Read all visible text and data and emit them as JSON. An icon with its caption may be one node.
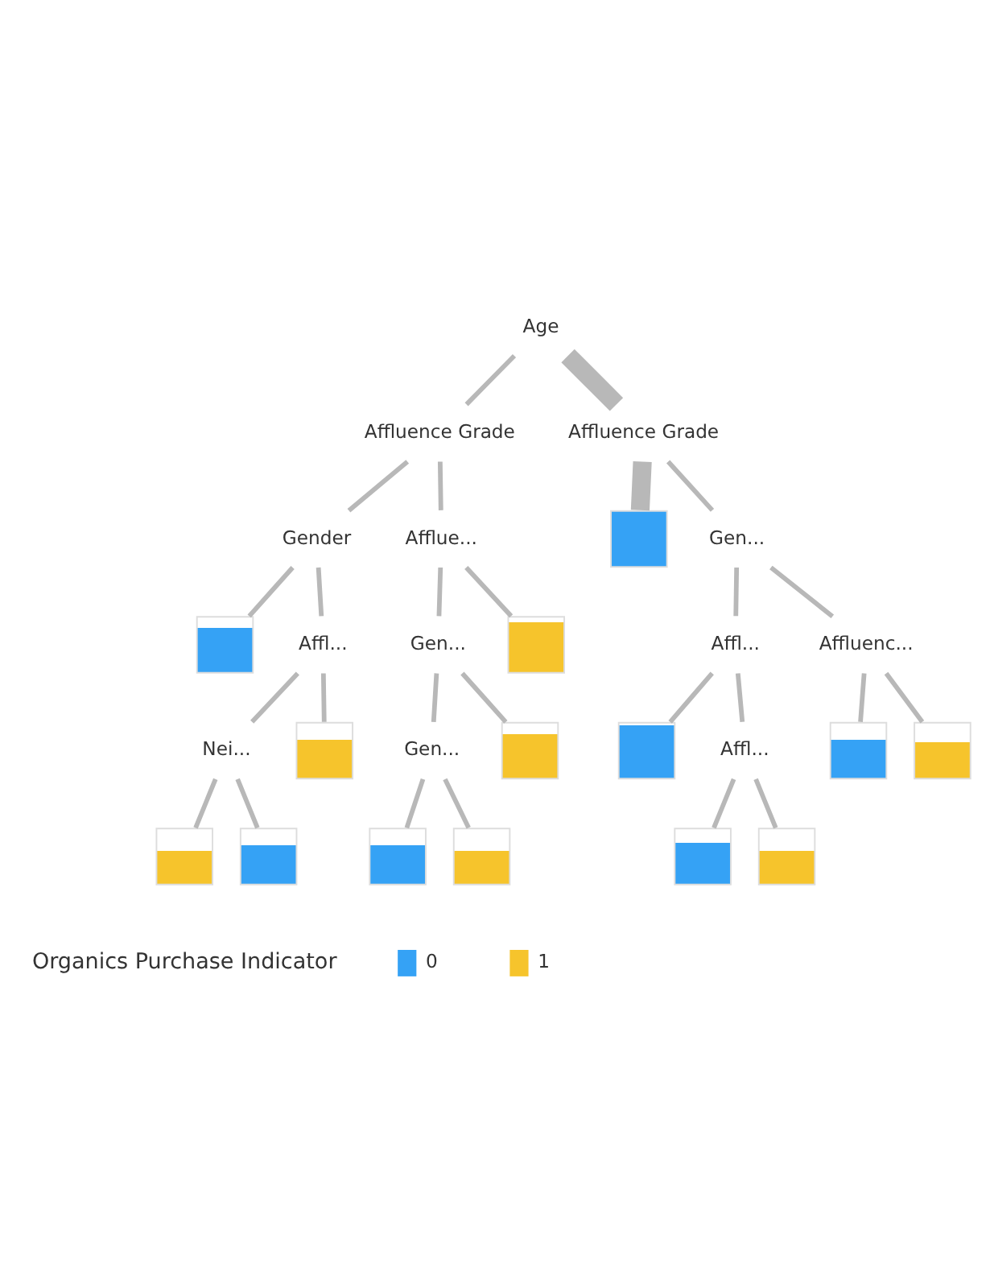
{
  "diagram": {
    "nodes": [
      {
        "text": [
          "Age"
        ]
      },
      {
        "text": [
          "Affluence Grade"
        ]
      },
      {
        "text": [
          "Affluence Grade"
        ]
      },
      {
        "text": [
          "Gender"
        ]
      },
      {
        "text": [
          "Afflue..."
        ]
      },
      {
        "text": [],
        "shape": "box"
      },
      {
        "text": [
          "Gen..."
        ]
      },
      {
        "text": [],
        "shape": "box"
      },
      {
        "text": [
          "Affl..."
        ]
      },
      {
        "text": [
          "Gen..."
        ]
      },
      {
        "text": [],
        "shape": "box"
      },
      {
        "text": [
          "Affl..."
        ]
      },
      {
        "text": [
          "Affluenc..."
        ]
      },
      {
        "text": [
          "Nei..."
        ]
      },
      {
        "text": [],
        "shape": "box"
      },
      {
        "text": [
          "Gen..."
        ]
      },
      {
        "text": [],
        "shape": "box"
      },
      {
        "text": [],
        "shape": "box"
      },
      {
        "text": [
          "Affl..."
        ]
      },
      {
        "text": [],
        "shape": "box"
      },
      {
        "text": [],
        "shape": "box"
      },
      {
        "text": [],
        "shape": "box"
      },
      {
        "text": [],
        "shape": "box"
      },
      {
        "text": [],
        "shape": "box"
      },
      {
        "text": [],
        "shape": "box"
      },
      {
        "text": [],
        "shape": "box"
      },
      {
        "text": [],
        "shape": "box"
      }
    ],
    "edges": [
      {
        "from": 0,
        "to": 1,
        "arrow": "none"
      },
      {
        "from": 0,
        "to": 2,
        "arrow": "none",
        "style": "thick"
      },
      {
        "from": 1,
        "to": 3,
        "arrow": "none"
      },
      {
        "from": 1,
        "to": 4,
        "arrow": "none"
      },
      {
        "from": 2,
        "to": 5,
        "arrow": "none",
        "style": "thick"
      },
      {
        "from": 2,
        "to": 6,
        "arrow": "none"
      },
      {
        "from": 3,
        "to": 7,
        "arrow": "none"
      },
      {
        "from": 3,
        "to": 8,
        "arrow": "none"
      },
      {
        "from": 4,
        "to": 9,
        "arrow": "none"
      },
      {
        "from": 4,
        "to": 10,
        "arrow": "none"
      },
      {
        "from": 6,
        "to": 11,
        "arrow": "none"
      },
      {
        "from": 6,
        "to": 12,
        "arrow": "none"
      },
      {
        "from": 8,
        "to": 13,
        "arrow": "none"
      },
      {
        "from": 8,
        "to": 14,
        "arrow": "none"
      },
      {
        "from": 9,
        "to": 15,
        "arrow": "none"
      },
      {
        "from": 9,
        "to": 16,
        "arrow": "none"
      },
      {
        "from": 11,
        "to": 17,
        "arrow": "none"
      },
      {
        "from": 11,
        "to": 18,
        "arrow": "none"
      },
      {
        "from": 12,
        "to": 19,
        "arrow": "none"
      },
      {
        "from": 12,
        "to": 20,
        "arrow": "none"
      },
      {
        "from": 13,
        "to": 21,
        "arrow": "none"
      },
      {
        "from": 13,
        "to": 22,
        "arrow": "none"
      },
      {
        "from": 15,
        "to": 23,
        "arrow": "none"
      },
      {
        "from": 15,
        "to": 24,
        "arrow": "none"
      },
      {
        "from": 18,
        "to": 25,
        "arrow": "none"
      },
      {
        "from": 18,
        "to": 26,
        "arrow": "none"
      }
    ],
    "labels": [
      "Organics Purchase Indicator"
    ],
    "legend": [
      {
        "text": "0",
        "color": "#35a2f5"
      },
      {
        "text": "1",
        "color": "#f6c42c"
      }
    ]
  }
}
